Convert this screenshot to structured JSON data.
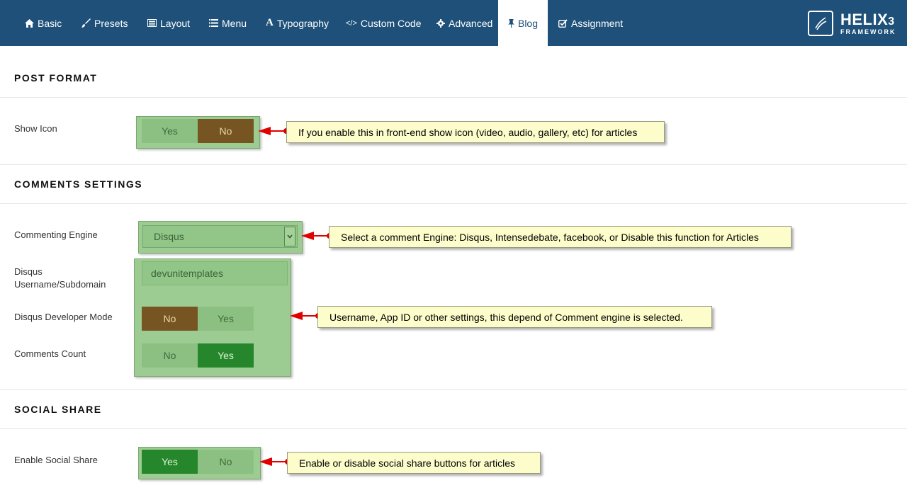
{
  "tabs": [
    {
      "label": "Basic",
      "icon": "home-icon"
    },
    {
      "label": "Presets",
      "icon": "brush-icon"
    },
    {
      "label": "Layout",
      "icon": "layout-icon"
    },
    {
      "label": "Menu",
      "icon": "list-icon"
    },
    {
      "label": "Typography",
      "icon": "font-icon"
    },
    {
      "label": "Custom Code",
      "icon": "code-icon"
    },
    {
      "label": "Advanced",
      "icon": "gear-icon"
    },
    {
      "label": "Blog",
      "icon": "pin-icon",
      "active": true
    },
    {
      "label": "Assignment",
      "icon": "checkbox-icon"
    }
  ],
  "logo": {
    "name": "HELIX",
    "version": "3",
    "sub": "FRAMEWORK"
  },
  "colors": {
    "header": "#1e5079",
    "highlight": "#9dcc92",
    "selected_no": "#775523",
    "selected_yes": "#25862c",
    "note_bg": "#fdfdcc",
    "arrow": "#e00000"
  },
  "sections": {
    "post_format": "POST FORMAT",
    "comments": "COMMENTS SETTINGS",
    "social": "SOCIAL SHARE"
  },
  "fields": {
    "show_icon": {
      "label": "Show Icon",
      "yes": "Yes",
      "no": "No",
      "selected": "No"
    },
    "commenting_engine": {
      "label": "Commenting Engine",
      "value": "Disqus"
    },
    "disqus_username": {
      "label": "Disqus Username/Subdomain",
      "value": "devunitemplates"
    },
    "disqus_dev_mode": {
      "label": "Disqus Developer Mode",
      "no": "No",
      "yes": "Yes",
      "selected": "No"
    },
    "comments_count": {
      "label": "Comments Count",
      "no": "No",
      "yes": "Yes",
      "selected": "Yes"
    },
    "social_share": {
      "label": "Enable Social Share",
      "yes": "Yes",
      "no": "No",
      "selected": "Yes"
    }
  },
  "notes": {
    "show_icon": "If you enable this in front-end show icon (video, audio, gallery, etc) for articles",
    "engine": "Select a comment Engine: Disqus, Intensedebate, facebook, or Disable this function for Articles",
    "settings": "Username, App ID or other settings, this depend of Comment engine is selected.",
    "social": "Enable or disable social share buttons for articles"
  }
}
